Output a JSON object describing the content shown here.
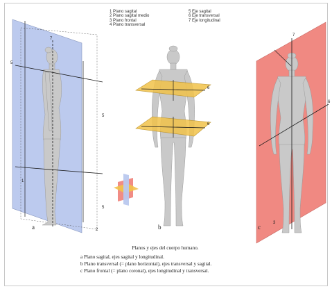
{
  "legend_left": [
    "1 Plano sagital",
    "2 Plano sagital medio",
    "3 Plano frontal",
    "4 Plano transversal"
  ],
  "legend_right": [
    "5 Eje sagital",
    "6 Eje transversal",
    "7 Eje longitudinal"
  ],
  "figure_letters": {
    "a": "a",
    "b": "b",
    "c": "c"
  },
  "callouts": [
    "1",
    "2",
    "3",
    "4",
    "5",
    "6",
    "7"
  ],
  "caption": {
    "title": "Planos y ejes del cuerpo humano.",
    "lines": [
      "a  Plano sagital, ejes sagital y longitudinal.",
      "b  Plano transversal (= plano horizontal), ejes transversal y sagital.",
      "c  Plano frontal (= plano coronal), ejes longitudinal y transversal."
    ]
  },
  "colors": {
    "sagittal_plane": "#b9c8ee",
    "transverse_plane": "#f2c24a",
    "frontal_plane": "#ef7f78",
    "body": "#c9c9c9",
    "axis_line": "#1a1a1a"
  }
}
